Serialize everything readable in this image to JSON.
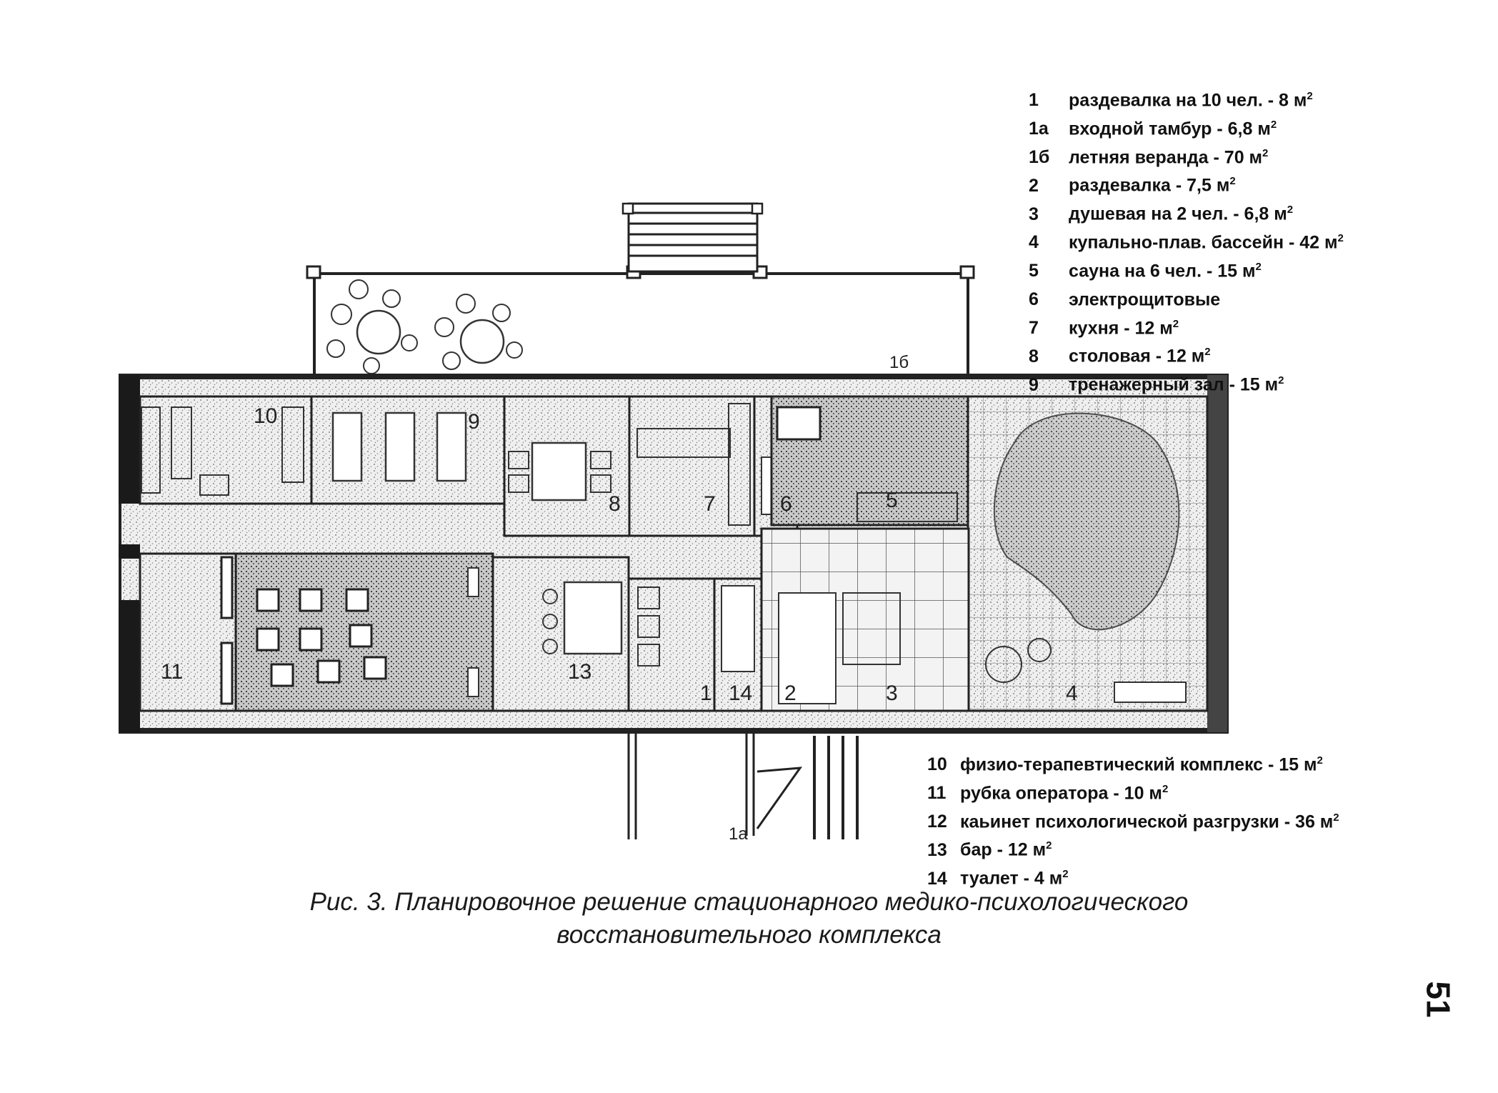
{
  "legend_top": [
    {
      "num": "1",
      "text": "раздевалка на 10 чел. - 8 м",
      "sup": "2"
    },
    {
      "num": "1а",
      "text": "входной тамбур - 6,8 м",
      "sup": "2"
    },
    {
      "num": "1б",
      "text": "летняя веранда - 70 м",
      "sup": "2"
    },
    {
      "num": "2",
      "text": "раздевалка - 7,5 м",
      "sup": "2"
    },
    {
      "num": "3",
      "text": "душевая на 2 чел. - 6,8 м",
      "sup": "2"
    },
    {
      "num": "4",
      "text": "купально-плав. бассейн - 42 м",
      "sup": "2"
    },
    {
      "num": "5",
      "text": "сауна на 6 чел. - 15 м",
      "sup": "2"
    },
    {
      "num": "6",
      "text": "электрощитовые",
      "sup": ""
    },
    {
      "num": "7",
      "text": "кухня - 12 м",
      "sup": "2"
    },
    {
      "num": "8",
      "text": "столовая - 12 м",
      "sup": "2"
    },
    {
      "num": "9",
      "text": "тренажерный зал - 15 м",
      "sup": "2"
    }
  ],
  "legend_bottom": [
    {
      "num": "10",
      "text": "физио-терапевтический комплекс - 15 м",
      "sup": "2"
    },
    {
      "num": "11",
      "text": "рубка оператора - 10 м",
      "sup": "2"
    },
    {
      "num": "12",
      "text": "каьинет психологической разгрузки - 36 м",
      "sup": "2"
    },
    {
      "num": "13",
      "text": "бар - 12 м",
      "sup": "2"
    },
    {
      "num": "14",
      "text": "туалет - 4 м",
      "sup": "2"
    }
  ],
  "plan_labels": {
    "r10": "10",
    "r9": "9",
    "r8": "8",
    "r7": "7",
    "r6": "6",
    "r5": "5",
    "r11": "11",
    "r13": "13",
    "r1": "1",
    "r2": "2",
    "r3": "3",
    "r4": "4",
    "r1a": "1а",
    "r1b": "1б",
    "r14": "14"
  },
  "caption_line1": "Рис. 3. Планировочное решение стационарного медико-психологического",
  "caption_line2": "восстановительного комплекса",
  "page_number": "51"
}
